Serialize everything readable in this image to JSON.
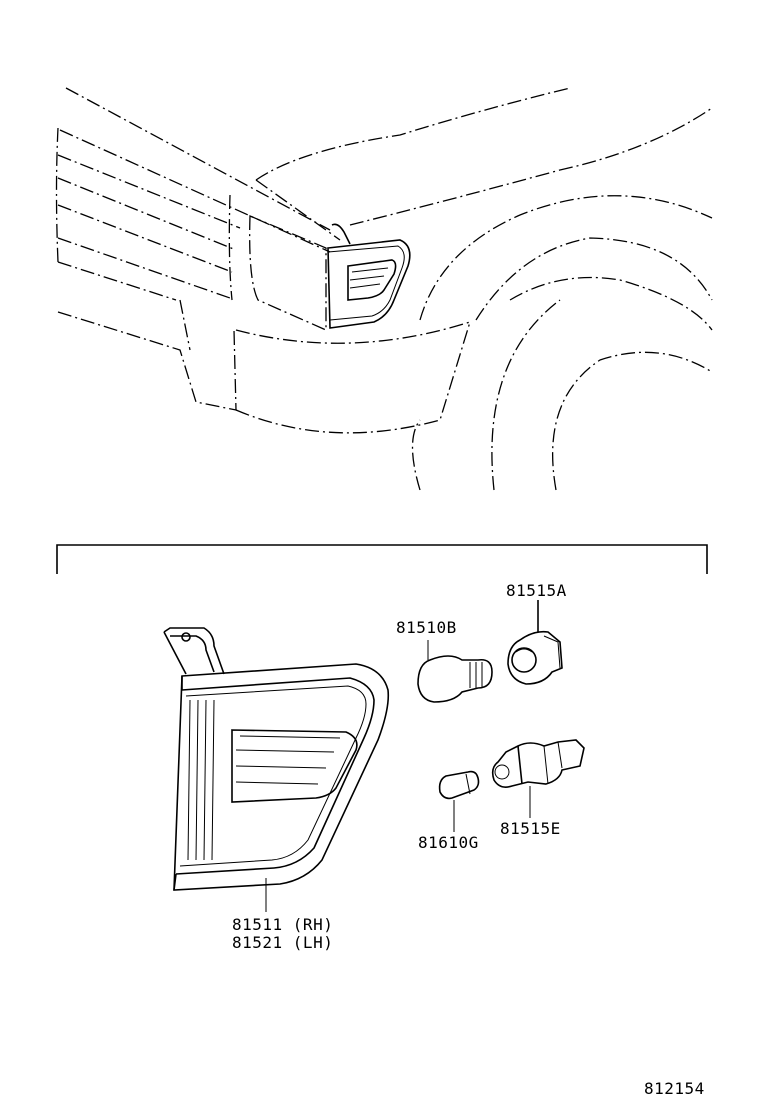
{
  "parts": {
    "bulb_81510b": "81510B",
    "socket_81515a": "81515A",
    "bulb_81610g": "81610G",
    "socket_81515e": "81515E",
    "lamp_rh": "81511 (RH)",
    "lamp_lh": "81521 (LH)"
  },
  "figure_id": "812154"
}
